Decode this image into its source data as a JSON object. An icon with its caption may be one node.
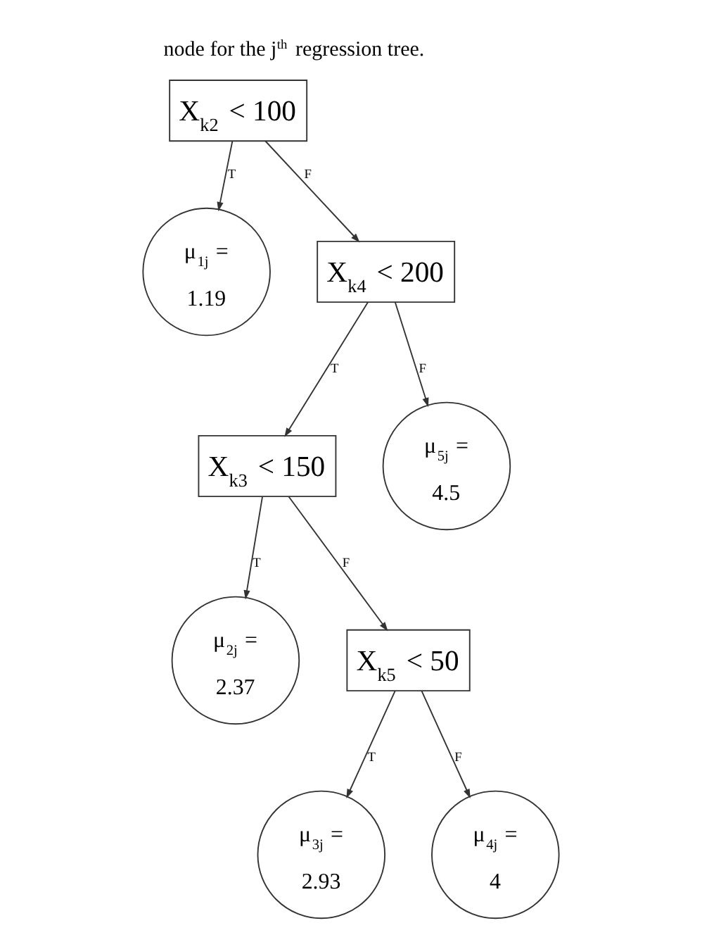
{
  "diagram": {
    "caption": "node for the j$^{th}$ regression tree.",
    "nodes": [
      {
        "text": [
          "X$_{k2}$ < 100"
        ]
      },
      {
        "text": [
          "μ$_{1j}$ = 1.19"
        ]
      },
      {
        "text": [
          "X$_{k4}$ < 200"
        ]
      },
      {
        "text": [
          "X$_{k3}$ < 150"
        ]
      },
      {
        "text": [
          "μ$_{5j}$ = 4.5"
        ]
      },
      {
        "text": [
          "μ$_{2j}$ = 2.37"
        ]
      },
      {
        "text": [
          "X$_{k5}$ < 50"
        ]
      },
      {
        "text": [
          "μ$_{3j}$ = 2.93"
        ]
      },
      {
        "text": [
          "μ$_{4j}$ = 4"
        ]
      }
    ],
    "edges": [
      {
        "from": 0,
        "to": 1,
        "arrow": "to",
        "label": "T"
      },
      {
        "from": 0,
        "to": 2,
        "arrow": "to",
        "label": "F"
      },
      {
        "from": 2,
        "to": 3,
        "arrow": "to",
        "label": "T"
      },
      {
        "from": 2,
        "to": 4,
        "arrow": "to",
        "label": "F"
      },
      {
        "from": 3,
        "to": 5,
        "arrow": "to",
        "label": "T"
      },
      {
        "from": 3,
        "to": 6,
        "arrow": "to",
        "label": "F"
      },
      {
        "from": 6,
        "to": 7,
        "arrow": "to",
        "label": "T"
      },
      {
        "from": 6,
        "to": 8,
        "arrow": "to",
        "label": "F"
      }
    ]
  }
}
